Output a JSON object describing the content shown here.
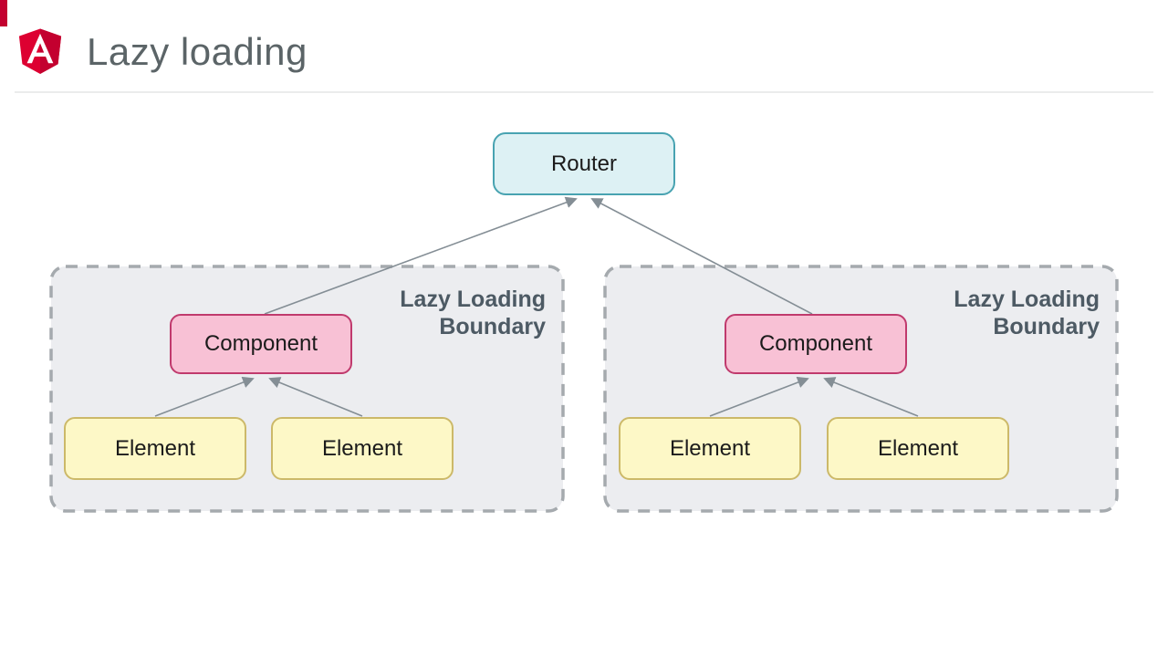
{
  "header": {
    "title": "Lazy loading",
    "logo": "angular-logo"
  },
  "diagram": {
    "router": {
      "label": "Router"
    },
    "boundaries": [
      {
        "label": "Lazy Loading\nBoundary",
        "component": {
          "label": "Component"
        },
        "elements": [
          {
            "label": "Element"
          },
          {
            "label": "Element"
          }
        ]
      },
      {
        "label": "Lazy Loading\nBoundary",
        "component": {
          "label": "Component"
        },
        "elements": [
          {
            "label": "Element"
          },
          {
            "label": "Element"
          }
        ]
      }
    ]
  },
  "colors": {
    "angular_red": "#dd0031",
    "angular_red_dark": "#c3002f",
    "title_color": "#5b6467",
    "router_fill": "#ddf1f4",
    "router_border": "#48a3b1",
    "component_fill": "#f8c1d5",
    "component_border": "#c03a6d",
    "element_fill": "#fdf8c7",
    "element_border": "#ccb969",
    "boundary_fill": "#ecedf0",
    "boundary_border": "#a5aaae",
    "boundary_label_color": "#4d5a64",
    "connector": "#848e95"
  }
}
